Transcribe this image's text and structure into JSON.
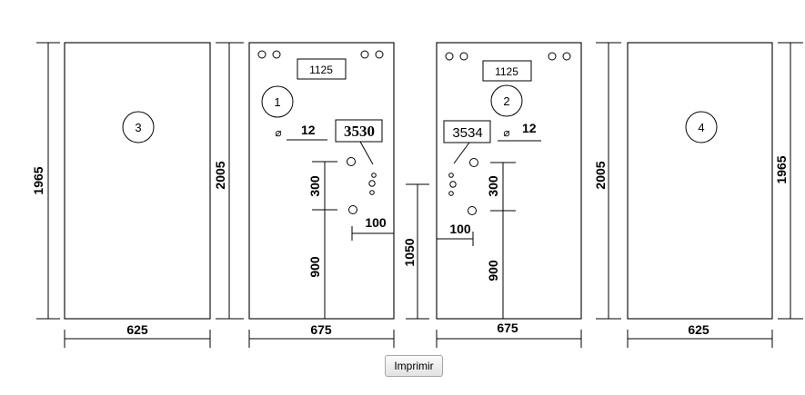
{
  "doors": [
    {
      "circle_label": "3",
      "width_label": "625",
      "height_label": "1965"
    },
    {
      "circle_label": "1",
      "width_label": "675",
      "height_label": "2005",
      "top_box": "1125",
      "code_box": "3530",
      "hole_dia": "12",
      "dim_300": "300",
      "dim_900": "900",
      "dim_100": "100"
    },
    {
      "circle_label": "2",
      "width_label": "675",
      "height_label": "2005",
      "top_box": "1125",
      "code_box": "3534",
      "hole_dia": "12",
      "dim_300": "300",
      "dim_900": "900",
      "dim_100": "100"
    },
    {
      "circle_label": "4",
      "width_label": "625",
      "height_label": "1965"
    }
  ],
  "center_height_label": "1050",
  "diameter_symbol": "⌀",
  "print_button": {
    "label": "Imprimir"
  }
}
